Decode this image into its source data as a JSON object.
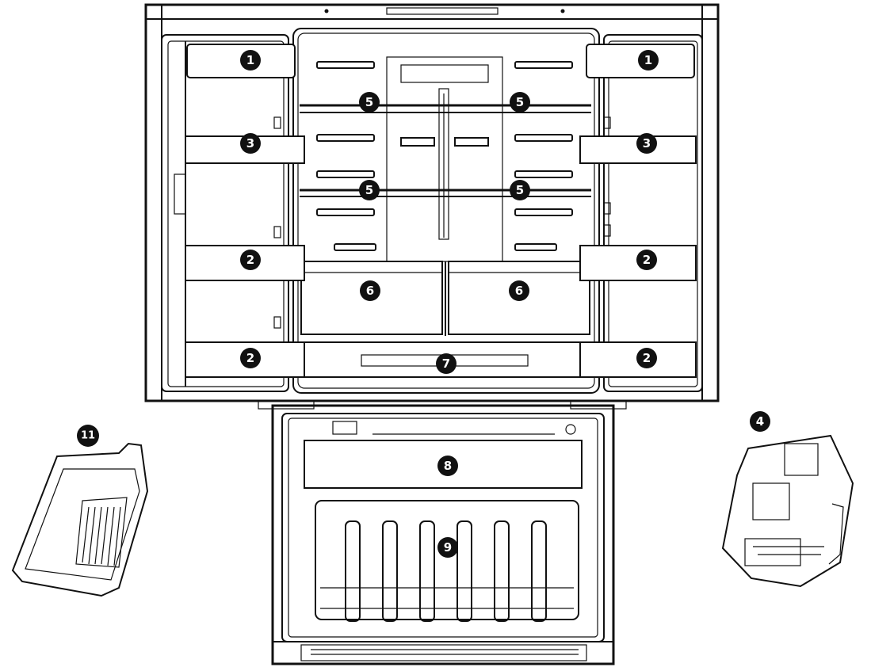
{
  "callouts": {
    "c1_left": "1",
    "c1_right": "1",
    "c3_left": "3",
    "c3_right": "3",
    "c5_tl": "5",
    "c5_tr": "5",
    "c5_bl": "5",
    "c5_br": "5",
    "c2_ml": "2",
    "c2_mr": "2",
    "c2_bl": "2",
    "c2_br": "2",
    "c6_left": "6",
    "c6_right": "6",
    "c7": "7",
    "c8": "8",
    "c9": "9",
    "c4": "4",
    "c11": "11"
  },
  "colors": {
    "line": "#111111",
    "badge": "#111111",
    "badge_text": "#ffffff",
    "background": "#ffffff"
  }
}
